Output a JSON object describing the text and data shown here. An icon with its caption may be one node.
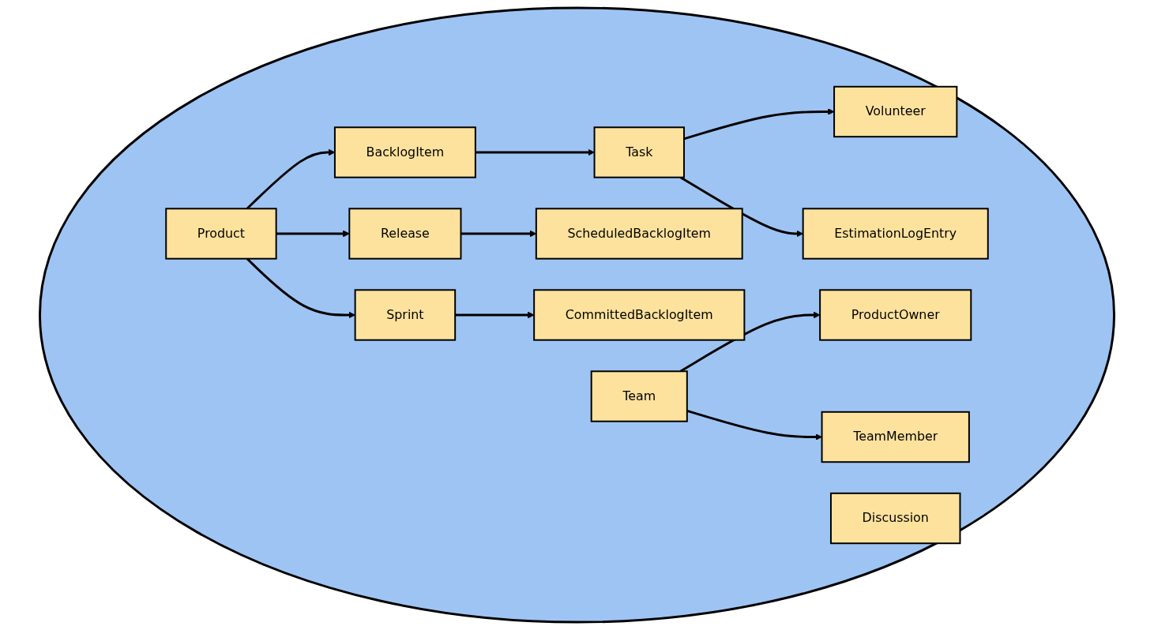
{
  "diagram": {
    "nodes": [
      {
        "text": [],
        "shape": "ellipse"
      },
      {
        "text": [
          "Product"
        ],
        "in": 0
      },
      {
        "text": [
          "BacklogItem"
        ],
        "in": 0
      },
      {
        "text": [
          "Release"
        ],
        "in": 0
      },
      {
        "text": [
          "Sprint"
        ],
        "in": 0
      },
      {
        "text": [
          "Discussion"
        ],
        "in": 0
      },
      {
        "text": [
          "Task"
        ],
        "in": 0
      },
      {
        "text": [
          "ScheduledBacklogItem"
        ],
        "in": 0
      },
      {
        "text": [
          "CommittedBacklogItem"
        ],
        "in": 0
      },
      {
        "text": [
          "Team"
        ],
        "in": 0
      },
      {
        "text": [
          "Volunteer"
        ],
        "in": 0
      },
      {
        "text": [
          "EstimationLogEntry"
        ],
        "in": 0
      },
      {
        "text": [
          "ProductOwner"
        ],
        "in": 0
      },
      {
        "text": [
          "TeamMember"
        ],
        "in": 0
      }
    ],
    "edges": [
      {
        "from": 1,
        "to": 2,
        "arrow": "to"
      },
      {
        "from": 1,
        "to": 3,
        "arrow": "to"
      },
      {
        "from": 1,
        "to": 4,
        "arrow": "to"
      },
      {
        "from": 2,
        "to": 6,
        "arrow": "to"
      },
      {
        "from": 3,
        "to": 7,
        "arrow": "to"
      },
      {
        "from": 4,
        "to": 8,
        "arrow": "to"
      },
      {
        "from": 6,
        "to": 10,
        "arrow": "to"
      },
      {
        "from": 6,
        "to": 11,
        "arrow": "to"
      },
      {
        "from": 9,
        "to": 12,
        "arrow": "to"
      },
      {
        "from": 9,
        "to": 13,
        "arrow": "to"
      }
    ]
  }
}
